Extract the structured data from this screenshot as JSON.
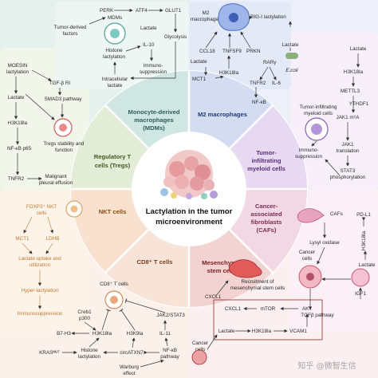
{
  "center": {
    "line1": "Lactylation in the tumor",
    "line2": "microenvironment"
  },
  "sectors": {
    "mdm": {
      "line1": "Monocyte-derived",
      "line2": "macrophages",
      "line3": "(MDMs)"
    },
    "m2": {
      "line1": "M2 macrophages"
    },
    "timc": {
      "line1": "Tumor-",
      "line2": "infiltrating",
      "line3": "myeloid cells"
    },
    "caf": {
      "line1": "Cancer-",
      "line2": "associated",
      "line3": "fibroblasts",
      "line4": "(CAFs)"
    },
    "msc": {
      "line1": "Mesenchymal",
      "line2": "stem cells"
    },
    "cd8": {
      "line1": "CD8⁺ T cells"
    },
    "nkt": {
      "line1": "NKT cells"
    },
    "treg": {
      "line1": "Regulatory T",
      "line2": "cells (Tregs)"
    }
  },
  "mdm_panel": {
    "perk": "PERK",
    "atf4": "ATF4",
    "glut1": "GLUT1",
    "tdf1": "Tumor-derived",
    "tdf2": "factors",
    "mdms": "MDMs",
    "lactate": "Lactate",
    "glycolysis": "Glycolysis",
    "histone1": "Histone",
    "histone2": "lactylation",
    "il10": "IL-10",
    "immuno1": "Immuno-",
    "immuno2": "suppression",
    "intra1": "Intracellular",
    "intra2": "lactate"
  },
  "m2_panel": {
    "m2a": "M2",
    "m2b": "macrophages",
    "rigi": "RIG-I lactylation",
    "ccl18": "CCL18",
    "tnfsf9": "TNFSF9",
    "prkn": "PRKN",
    "lactate_a": "Lactate",
    "lactate_b": "Lactate",
    "h3k18la": "H3K18la",
    "rara": "RARγ",
    "mct1": "MCT1",
    "tnfr2": "TNFR2",
    "il6": "IL-6",
    "nfkb": "NF-κB",
    "ecoli": "E.coli"
  },
  "timc_panel": {
    "lactate": "Lactate",
    "h3k18la": "H3K18la",
    "mettl3": "METTL3",
    "ythdf1": "YTHDF1",
    "jak1m6a": "JAK1 m⁶A",
    "timc1": "Tumor-infiltrating",
    "timc2": "myeloid cells",
    "jak1a": "JAK1",
    "jak1b": "translation",
    "imm1": "Immuno-",
    "imm2": "suppression",
    "stat3a": "STAT3",
    "stat3b": "phosphorylation"
  },
  "caf_panel": {
    "cafs": "CAFs",
    "pdl1": "PD-L1",
    "lysyl": "Lysyl oxidase",
    "h3k18la": "H3K18la",
    "lactate": "Lactate",
    "cancer1": "Cancer",
    "cancer2": "cells",
    "igf1": "IGF1",
    "tgfb": "TGFβ pathway"
  },
  "msc_panel": {
    "cxcl1_top": "CXCL1",
    "recruit1": "Recruitment of",
    "recruit2": "mesenchymal stem cells",
    "cxcl1_box": "CXCL1",
    "mtor": "mTOR",
    "akt": "AKT",
    "cancer1": "Cancer",
    "cancer2": "cells",
    "lactate": "Lactate",
    "h3k18la": "H3K18la",
    "vcam1": "VCAM1"
  },
  "cd8_panel": {
    "title": "CD8⁺ T cells",
    "creb1": "Creb1",
    "p300": "p300",
    "jak2": "JAK2/STAT3",
    "b7h3": "B7-H3",
    "h3k18la": "H3K18la",
    "h3k9la": "H3K9la",
    "il11": "IL-11",
    "kras": "KRASᴹᵁᵀ",
    "hist1": "Histone",
    "hist2": "lactylation",
    "circ": "circATXN7",
    "nfkb1": "NF-κB",
    "nfkb2": "pathway",
    "warb1": "Warburg",
    "warb2": "effect"
  },
  "nkt_panel": {
    "foxp3a": "FOXP3⁺ NKT",
    "foxp3b": "cells",
    "mct1": "MCT1",
    "ldhb": "LDHB",
    "lu1": "Lactate uptake and",
    "lu2": "utilization",
    "hyper": "Hyper-lactylation",
    "immsup": "Immunosuppression"
  },
  "treg_panel": {
    "moesin1": "MOESIN",
    "moesin2": "lactylation",
    "tgfb": "TGF-β RI",
    "lactate": "Lactate",
    "smad": "SMAD3 pathway",
    "h3k18la": "H3K18la",
    "tregs1": "Tregs stability and",
    "tregs2": "function",
    "nfkb": "NF-κB p65",
    "tnfr2": "TNFR2",
    "mal1": "Malignant",
    "mal2": "pleural effusion"
  },
  "watermark": "知乎 @微智生信",
  "colors": {
    "mdm": "#cfe6e2",
    "m2": "#d3dcf1",
    "timc": "#e7d9f1",
    "caf": "#f1d8e4",
    "msc": "#f3d2d2",
    "cd8": "#f7e3d7",
    "nkt": "#f8e2cf",
    "treg": "#e2ecd6"
  }
}
